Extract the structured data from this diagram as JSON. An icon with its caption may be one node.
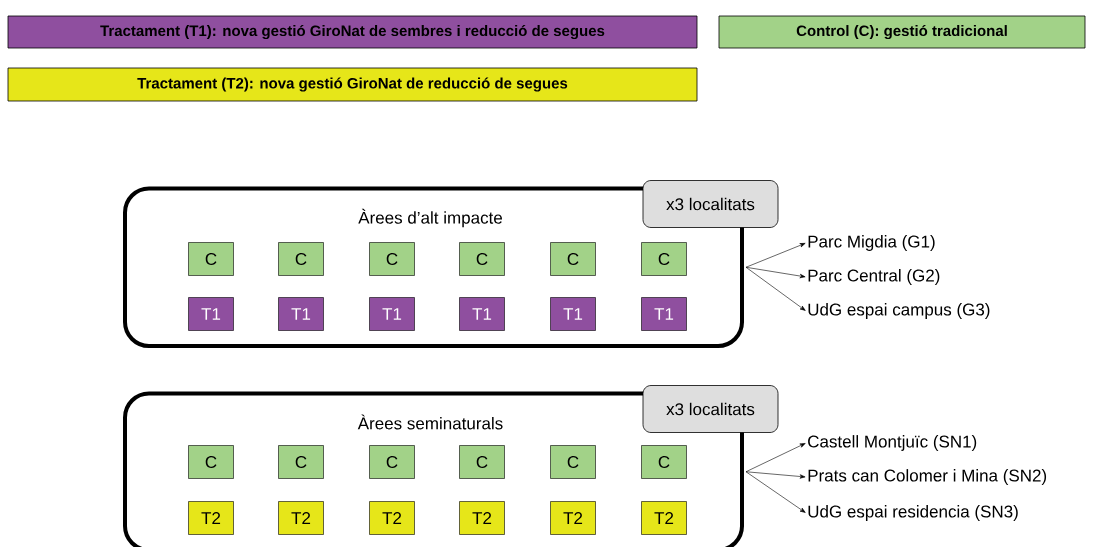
{
  "diagram": {
    "nodes": [
      {
        "text": [
          "Tractament (T1): nova gestió GiroNat de sembres i reducció de segues"
        ]
      },
      {
        "text": [
          "Control (C): gestió tradicional"
        ]
      },
      {
        "text": [
          "Tractament (T2): nova gestió GiroNat de reducció de segues"
        ]
      },
      {
        "text": [
          "Àrees d’alt impacte"
        ]
      },
      {
        "text": [
          "x3 localitats"
        ]
      },
      {
        "text": [
          "C"
        ],
        "in": 3
      },
      {
        "text": [
          "C"
        ],
        "in": 3
      },
      {
        "text": [
          "C"
        ],
        "in": 3
      },
      {
        "text": [
          "C"
        ],
        "in": 3
      },
      {
        "text": [
          "C"
        ],
        "in": 3
      },
      {
        "text": [
          "C"
        ],
        "in": 3
      },
      {
        "text": [
          "T1"
        ],
        "in": 3
      },
      {
        "text": [
          "T1"
        ],
        "in": 3
      },
      {
        "text": [
          "T1"
        ],
        "in": 3
      },
      {
        "text": [
          "T1"
        ],
        "in": 3
      },
      {
        "text": [
          "T1"
        ],
        "in": 3
      },
      {
        "text": [
          "T1"
        ],
        "in": 3
      },
      {
        "text": [
          "Parc Migdia (G1)"
        ]
      },
      {
        "text": [
          "Parc Central (G2)"
        ]
      },
      {
        "text": [
          "UdG espai campus (G3)"
        ]
      },
      {
        "text": [
          "Àrees seminaturals"
        ]
      },
      {
        "text": [
          "x3 localitats"
        ]
      },
      {
        "text": [
          "C"
        ],
        "in": 20
      },
      {
        "text": [
          "C"
        ],
        "in": 20
      },
      {
        "text": [
          "C"
        ],
        "in": 20
      },
      {
        "text": [
          "C"
        ],
        "in": 20
      },
      {
        "text": [
          "C"
        ],
        "in": 20
      },
      {
        "text": [
          "C"
        ],
        "in": 20
      },
      {
        "text": [
          "T2"
        ],
        "in": 20
      },
      {
        "text": [
          "T2"
        ],
        "in": 20
      },
      {
        "text": [
          "T2"
        ],
        "in": 20
      },
      {
        "text": [
          "T2"
        ],
        "in": 20
      },
      {
        "text": [
          "T2"
        ],
        "in": 20
      },
      {
        "text": [
          "T2"
        ],
        "in": 20
      },
      {
        "text": [
          "Castell Montjuïc (SN1)"
        ]
      },
      {
        "text": [
          "Prats can Colomer i Mina (SN2)"
        ]
      },
      {
        "text": [
          "UdG espai residencia (SN3)"
        ]
      }
    ],
    "edges": [
      {
        "from": 3,
        "to": 17,
        "arrow": "to"
      },
      {
        "from": 3,
        "to": 18,
        "arrow": "to"
      },
      {
        "from": 3,
        "to": 19,
        "arrow": "to"
      },
      {
        "from": 20,
        "to": 34,
        "arrow": "to"
      },
      {
        "from": 20,
        "to": 35,
        "arrow": "to"
      },
      {
        "from": 20,
        "to": 36,
        "arrow": "to"
      }
    ]
  }
}
